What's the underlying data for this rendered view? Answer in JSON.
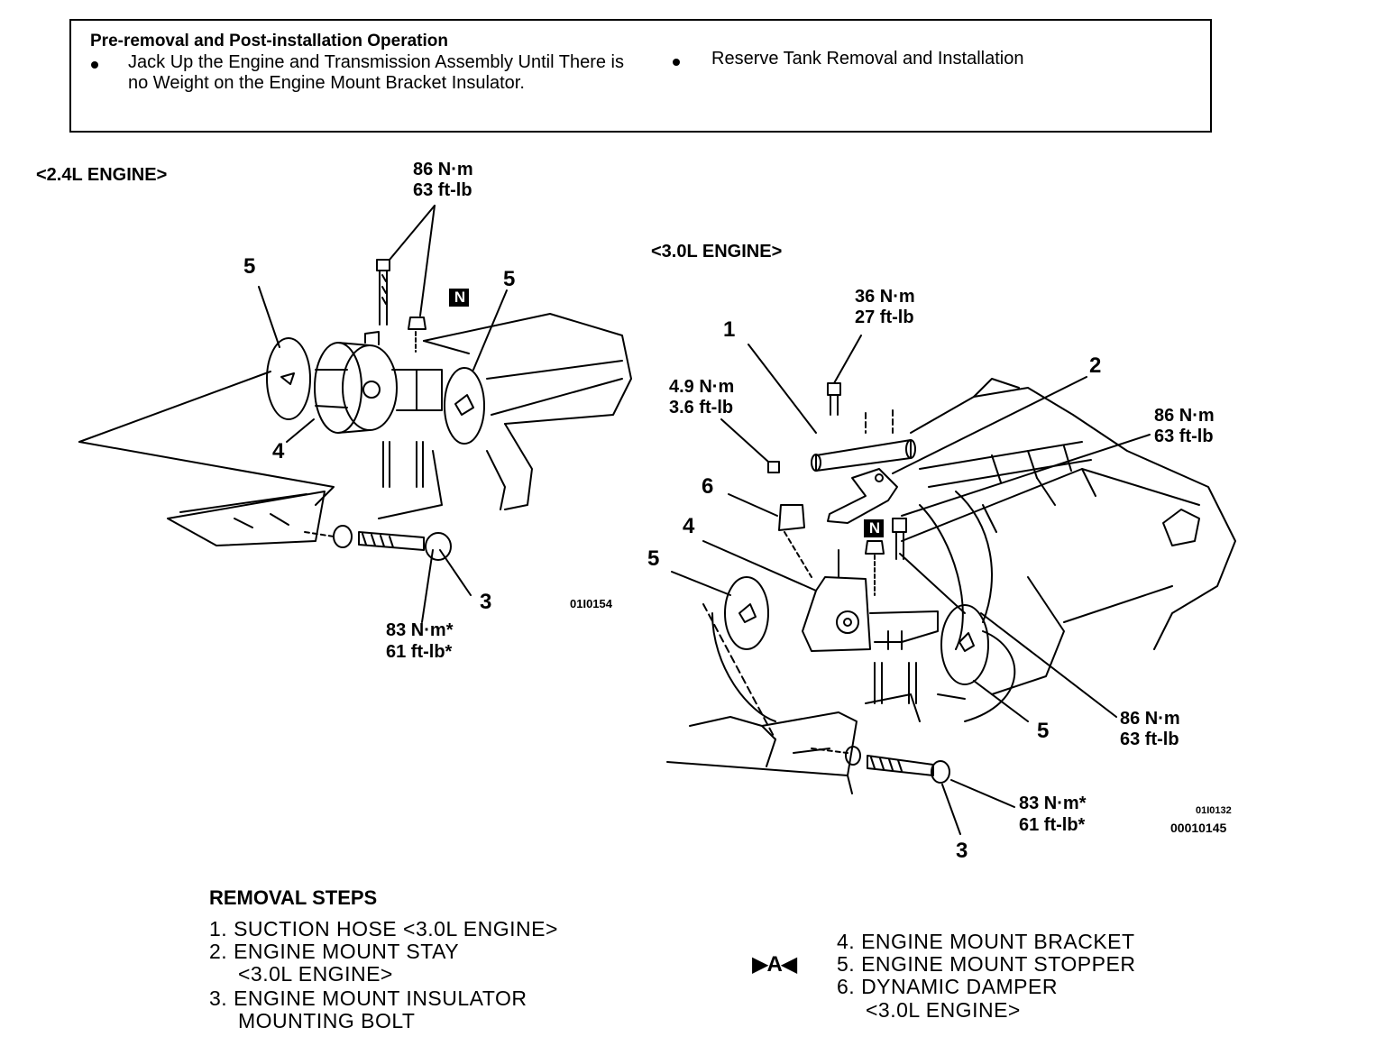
{
  "pre_removal": {
    "title": "Pre-removal and Post-installation Operation",
    "items": [
      "Jack Up the Engine and Transmission Assembly Until There is no Weight on the Engine Mount Bracket Insulator.",
      "Reserve Tank Removal and Installation"
    ]
  },
  "engine_24": {
    "heading": "<2.4L ENGINE>",
    "torque_top": [
      "86 N·m",
      "63 ft-lb"
    ],
    "torque_bolt": [
      "83 N·m*",
      "61 ft-lb*"
    ],
    "callouts": [
      "5",
      "5",
      "4",
      "3"
    ],
    "n_symbol": "N",
    "figure_id": "01I0154"
  },
  "engine_30": {
    "heading": "<3.0L ENGINE>",
    "torque_stay": [
      "36 N·m",
      "27 ft-lb"
    ],
    "torque_damper": [
      "4.9 N·m",
      "3.6 ft-lb"
    ],
    "torque_right_top": [
      "86 N·m",
      "63 ft-lb"
    ],
    "torque_right_bottom": [
      "86 N·m",
      "63 ft-lb"
    ],
    "torque_bolt": [
      "83 N·m*",
      "61 ft-lb*"
    ],
    "callouts": [
      "1",
      "2",
      "6",
      "4",
      "5",
      "5",
      "3"
    ],
    "n_symbol": "N",
    "figure_ids": [
      "01I0132",
      "00010145"
    ]
  },
  "removal_steps": {
    "title": "REMOVAL STEPS",
    "left": [
      [
        "1. SUCTION HOSE <3.0L ENGINE>"
      ],
      [
        "2. ENGINE MOUNT STAY",
        "<3.0L ENGINE>"
      ],
      [
        "3. ENGINE MOUNT INSULATOR",
        "MOUNTING BOLT"
      ]
    ],
    "marker": "▶A◀",
    "right": [
      [
        "4. ENGINE MOUNT BRACKET"
      ],
      [
        "5. ENGINE MOUNT STOPPER"
      ],
      [
        "6. DYNAMIC DAMPER",
        "<3.0L ENGINE>"
      ]
    ]
  }
}
